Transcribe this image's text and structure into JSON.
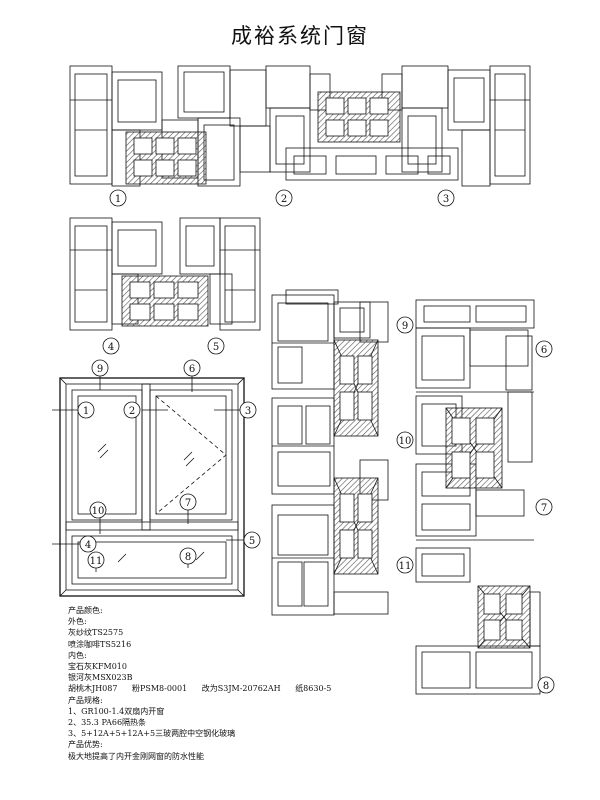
{
  "title": "成裕系统门窗",
  "callouts": {
    "c1": "1",
    "c2": "2",
    "c3": "3",
    "c4": "4",
    "c5": "5",
    "c6": "6",
    "c7": "7",
    "c8": "8",
    "c9": "9",
    "c10": "10",
    "c11": "11"
  },
  "notes": {
    "color_heading": "产品颜色:",
    "exterior_heading": "外色:",
    "exterior_1": "灰纱纹TS2575",
    "exterior_2": "喷涂咖啡TS5216",
    "interior_heading": "内色:",
    "interior_1": "宝石灰KFM010",
    "interior_2": "银河灰MSX023B",
    "codes": [
      "胡桃木JH087",
      "粉PSM8-0001",
      "改为S3JM-20762AH",
      "纸8630-5"
    ],
    "spec_heading": "产品规格:",
    "spec_1": "1、GR100-1.4双扇内开窗",
    "spec_2": "2、35.3 PA66隔热条",
    "spec_3": "3、5+12A+5+12A+5三玻两腔中空钢化玻璃",
    "advantage_heading": "产品优势:",
    "advantage_1": "极大地提高了内开金刚网窗的防水性能"
  }
}
